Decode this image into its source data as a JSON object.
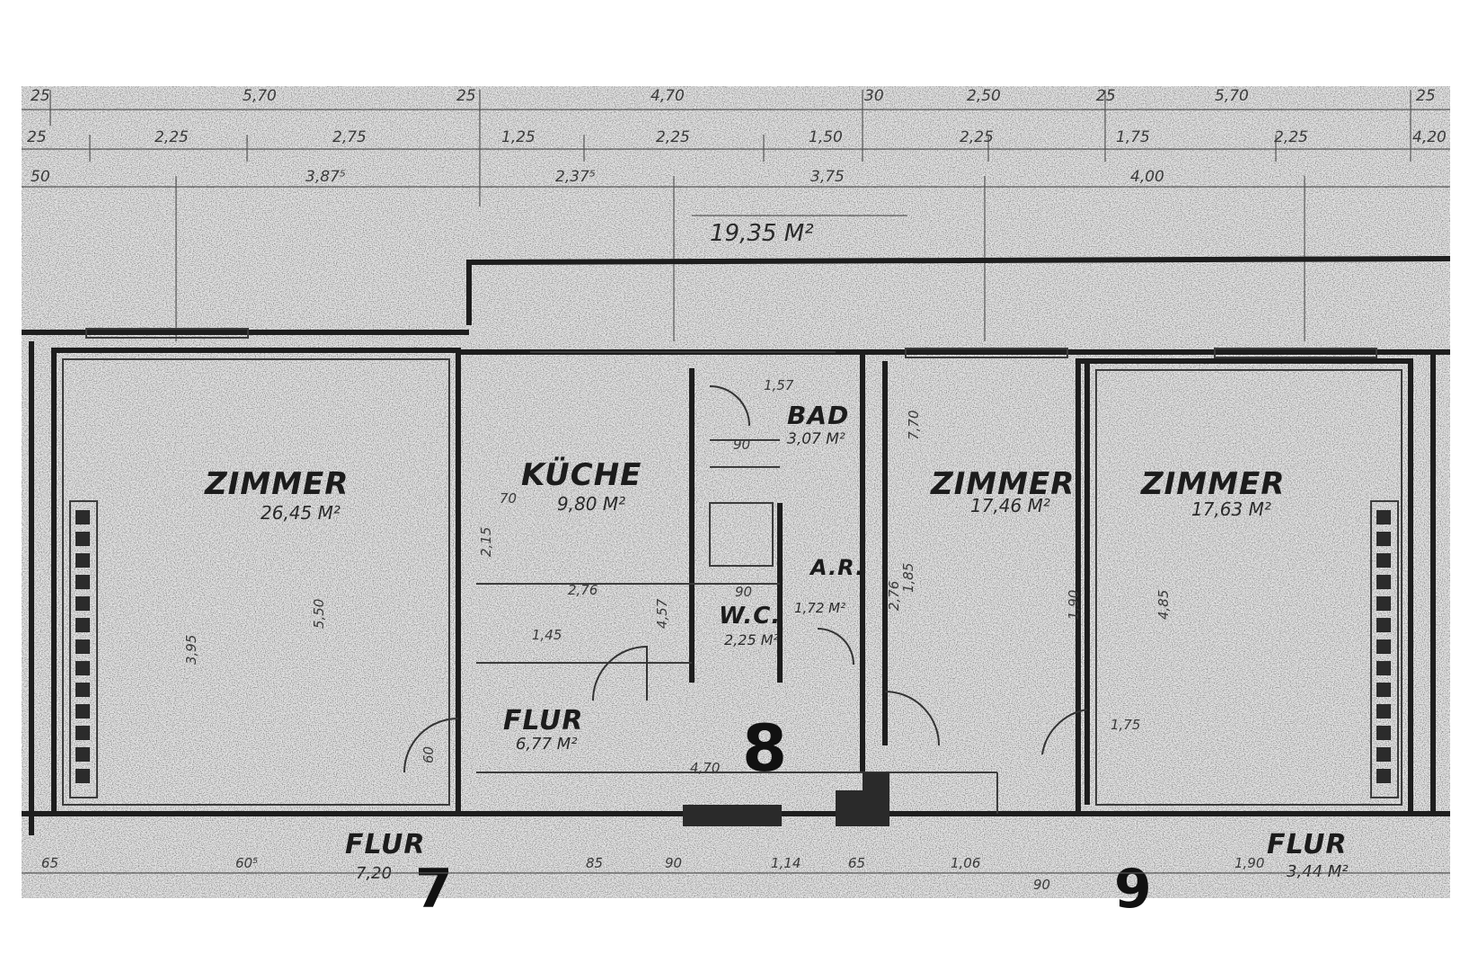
{
  "plan": {
    "rooms": [
      {
        "name": "ZIMMER",
        "area": "26,45 M²"
      },
      {
        "name": "KÜCHE",
        "area": "9,80 M²"
      },
      {
        "name": "BAD",
        "area": "3,07 M²"
      },
      {
        "name": "A.R.",
        "area": "1,72 M²"
      },
      {
        "name": "W.C.",
        "area": "2,25 M²"
      },
      {
        "name": "ZIMMER",
        "area": "17,46 M²"
      },
      {
        "name": "ZIMMER",
        "area": "17,63 M²"
      },
      {
        "name": "FLUR",
        "area": "6,77 M²"
      },
      {
        "name": "FLUR",
        "area": "7,20"
      },
      {
        "name": "FLUR",
        "area": "3,44 M²"
      }
    ],
    "balcony_area": "19,35 M²",
    "unit_numbers": [
      "8",
      "7",
      "9"
    ],
    "dims_row1": [
      "25",
      "5,70",
      "25",
      "4,70",
      "30",
      "2,50",
      "25",
      "5,70",
      "25"
    ],
    "dims_row2": [
      "25",
      "2,25",
      "2,75",
      "1,25",
      "2,25",
      "1,50",
      "2,25",
      "1,75",
      "2,25",
      "4,20"
    ],
    "dims_row3": [
      "50",
      "3,87⁵",
      "2,37⁵",
      "3,75",
      "4,00"
    ],
    "inner_dims": [
      "5,50",
      "3,95",
      "2,15",
      "2,76",
      "1,45",
      "4,70",
      "1,57",
      "90",
      "90",
      "4,57",
      "7,70",
      "2,76",
      "4,85",
      "1,75",
      "1,90",
      "60",
      "70",
      "1,85"
    ],
    "bottom_dims": [
      "65",
      "60⁵",
      "85",
      "90",
      "1,14",
      "65",
      "1,06",
      "90",
      "1,90"
    ]
  }
}
